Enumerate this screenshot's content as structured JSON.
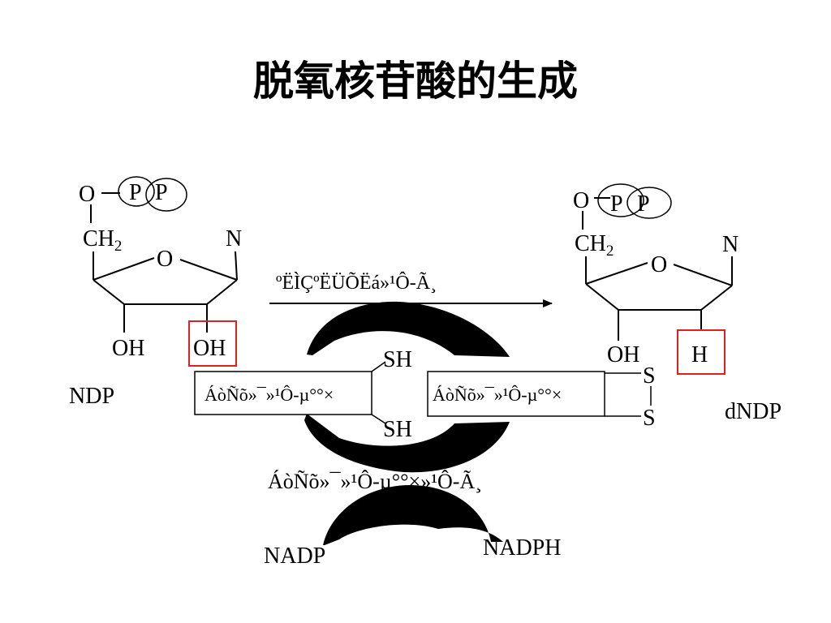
{
  "title": "脱氧核苷酸的生成",
  "left_molecule": {
    "o_top": "O",
    "p1": "P",
    "p2": "P",
    "ch": "CH",
    "sub2": "2",
    "ring_o": "O",
    "base_n": "N",
    "oh_left": "OH",
    "oh_right": "OH",
    "name": "NDP"
  },
  "right_molecule": {
    "o_top": "O",
    "p1": "P",
    "p2": "P",
    "ch": "CH",
    "sub2": "2",
    "ring_o": "O",
    "base_n": "N",
    "oh_left": "OH",
    "h_right": "H",
    "name": "dNDP"
  },
  "enzyme_label": "ºËÌÇºËÜÕËá»¹Ô-Ã¸",
  "protein_box_left": "ÁòÑõ»¯»¹Ô-µ°°×",
  "protein_box_right": "ÁòÑõ»¯»¹Ô-µ°°×",
  "sh_top": "SH",
  "sh_bottom": "SH",
  "s_top": "S",
  "s_bottom": "S",
  "reductase_label": "ÁòÑõ»¯»¹Ô-µ°°×»¹Ô-Ã¸",
  "nadp": "NADP",
  "nadph": "NADPH",
  "colors": {
    "highlight": "#e02020",
    "ink": "#000000"
  }
}
